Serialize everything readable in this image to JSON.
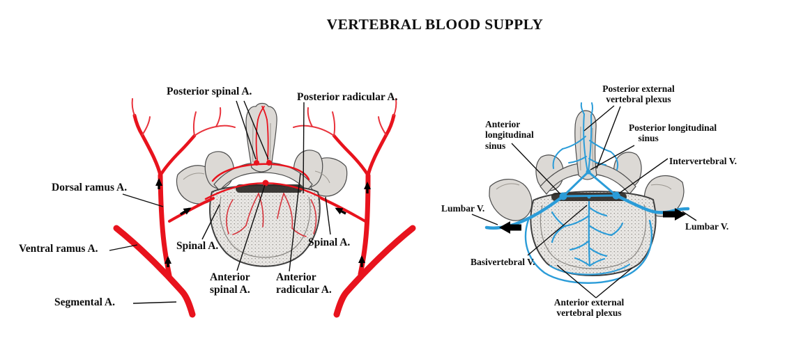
{
  "title": "VERTEBRAL BLOOD SUPPLY",
  "colors": {
    "artery_red": "#e8131d",
    "vein_blue": "#2b9cd8",
    "label_text": "#0d0d0d",
    "bone_gray": "#dcd9d5"
  },
  "arterial": {
    "panel_name": "arterial supply of vertebra (axial view)",
    "labels": {
      "posterior_spinal": "Posterior spinal A.",
      "posterior_radicular": "Posterior radicular A.",
      "dorsal_ramus": "Dorsal ramus A.",
      "ventral_ramus": "Ventral ramus A.",
      "spinal_left": "Spinal A.",
      "spinal_right": "Spinal A.",
      "anterior_spinal": "Anterior\nspinal A.",
      "anterior_radicular": "Anterior\nradicular A.",
      "segmental": "Segmental A."
    }
  },
  "venous": {
    "panel_name": "venous drainage of vertebra (axial view)",
    "labels": {
      "posterior_external_plexus": "Posterior external\nvertebral plexus",
      "anterior_longitudinal_sinus": "Anterior\nlongitudinal\nsinus",
      "posterior_longitudinal_sinus": "Posterior longitudinal\n    sinus",
      "intervertebral": "Intervertebral V.",
      "lumbar_left": "Lumbar V.",
      "lumbar_right": "Lumbar V.",
      "basivertebral": "Basivertebral V.",
      "anterior_external_plexus": "Anterior external\nvertebral plexus"
    }
  }
}
